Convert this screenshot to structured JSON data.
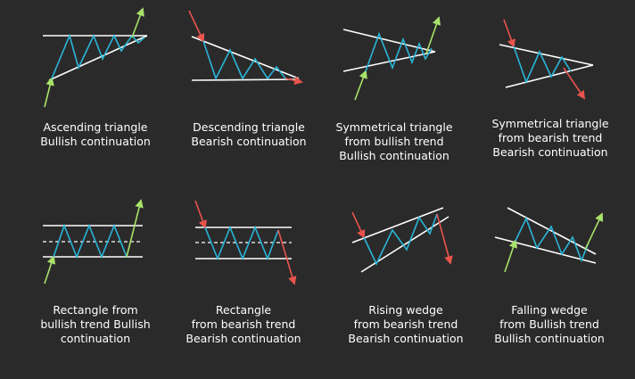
{
  "colors": {
    "background": "#2b2a2a",
    "boundary": "#ffffff",
    "price": "#29b6d9",
    "bullish_arrow": "#a8e26a",
    "bearish_arrow": "#e8544d",
    "caption": "#ffffff"
  },
  "patterns": [
    {
      "id": "ascending-triangle",
      "caption": [
        "Ascending triangle",
        "Bullish continuation"
      ]
    },
    {
      "id": "descending-triangle",
      "caption": [
        "Descending triangle",
        "Bearish continuation"
      ]
    },
    {
      "id": "symmetrical-triangle-bullish",
      "caption": [
        "Symmetrical triangle",
        "from bullish trend",
        "Bullish continuation"
      ]
    },
    {
      "id": "symmetrical-triangle-bearish",
      "caption": [
        "Symmetrical triangle",
        "from bearish trend",
        "Bearish continuation"
      ]
    },
    {
      "id": "rectangle-bullish",
      "caption": [
        "Rectangle from",
        "bullish trend Bullish",
        "continuation"
      ]
    },
    {
      "id": "rectangle-bearish",
      "caption": [
        "Rectangle",
        "from bearish trend",
        "Bearish continuation"
      ]
    },
    {
      "id": "rising-wedge",
      "caption": [
        "Rising wedge",
        "from bearish trend",
        "Bearish continuation"
      ]
    },
    {
      "id": "falling-wedge",
      "caption": [
        "Falling wedge",
        "from Bullish trend",
        "Bullish continuation"
      ]
    }
  ]
}
